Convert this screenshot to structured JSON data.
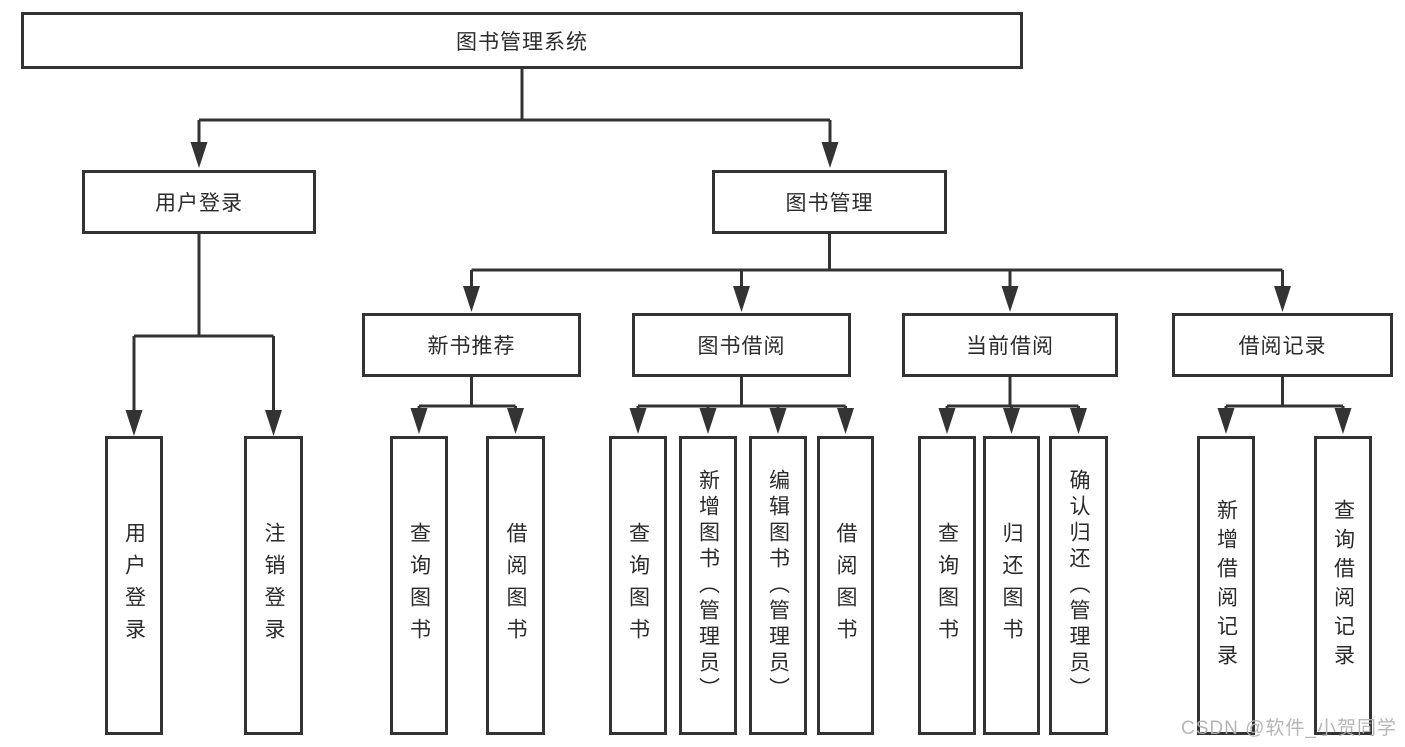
{
  "diagram_title": "图书管理系统",
  "tree": {
    "root": {
      "label": "图书管理系统"
    },
    "level2": [
      {
        "label": "用户登录",
        "children": [
          {
            "label": "用户登录"
          },
          {
            "label": "注销登录"
          }
        ]
      },
      {
        "label": "图书管理",
        "children": [
          {
            "label": "新书推荐",
            "children": [
              {
                "label": "查询图书"
              },
              {
                "label": "借阅图书"
              }
            ]
          },
          {
            "label": "图书借阅",
            "children": [
              {
                "label": "查询图书"
              },
              {
                "label": "新增图书（管理员）"
              },
              {
                "label": "编辑图书（管理员）"
              },
              {
                "label": "借阅图书"
              }
            ]
          },
          {
            "label": "当前借阅",
            "children": [
              {
                "label": "查询图书"
              },
              {
                "label": "归还图书"
              },
              {
                "label": "确认归还（管理员）"
              }
            ]
          },
          {
            "label": "借阅记录",
            "children": [
              {
                "label": "新增借阅记录"
              },
              {
                "label": "查询借阅记录"
              }
            ]
          }
        ]
      }
    ]
  },
  "watermark": {
    "text": "CSDN @软件_小贺同学"
  },
  "colors": {
    "line": "#333333",
    "box_border": "#333333",
    "text": "#2b2b2b",
    "watermark": "#b2b2b2",
    "background": "#ffffff"
  }
}
